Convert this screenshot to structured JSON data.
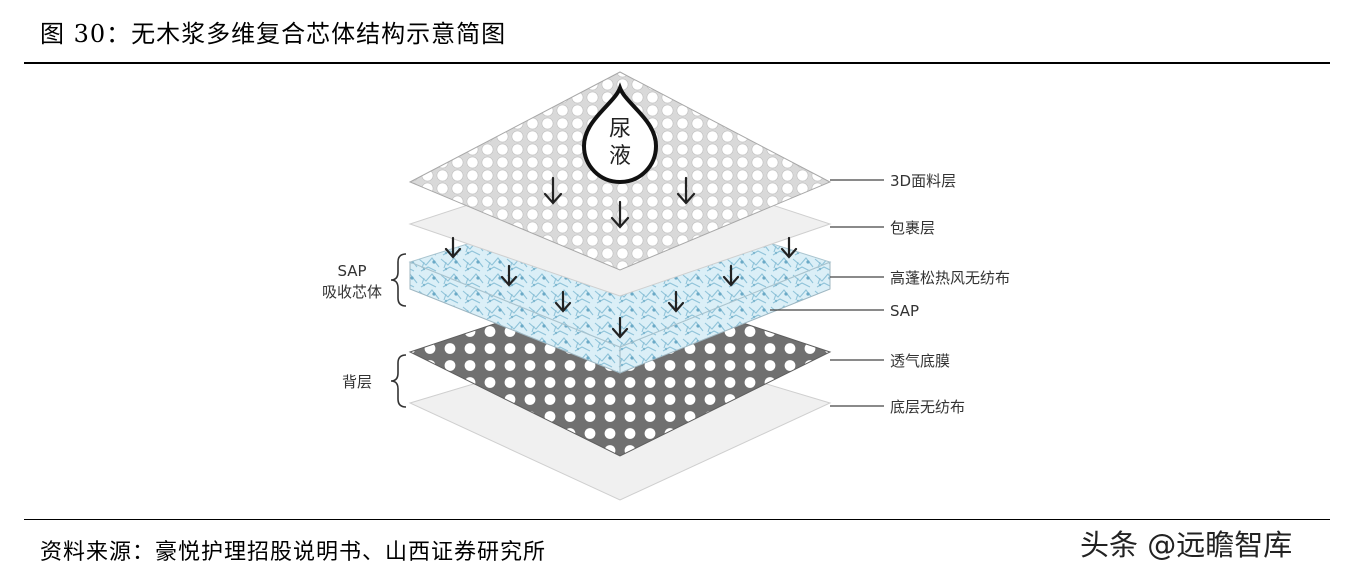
{
  "figure": {
    "title": "图 30：无木浆多维复合芯体结构示意简图",
    "source": "资料来源：豪悦护理招股说明书、山西证券研究所",
    "watermark": "头条 @远瞻智库"
  },
  "diagram": {
    "drop_text": [
      "尿",
      "液"
    ],
    "layers": [
      {
        "label": "3D面料层"
      },
      {
        "label": "包裹层"
      },
      {
        "label": "高蓬松热风无纺布"
      },
      {
        "label": "SAP"
      },
      {
        "label": "透气底膜"
      },
      {
        "label": "底层无纺布"
      }
    ],
    "groups": [
      {
        "label_lines": [
          "SAP",
          "吸收芯体"
        ]
      },
      {
        "label_lines": [
          "背层"
        ]
      }
    ]
  },
  "colors": {
    "line": "#333333",
    "dots_layer": "#6f6f6f",
    "sap_blue": "#9ecde0"
  }
}
